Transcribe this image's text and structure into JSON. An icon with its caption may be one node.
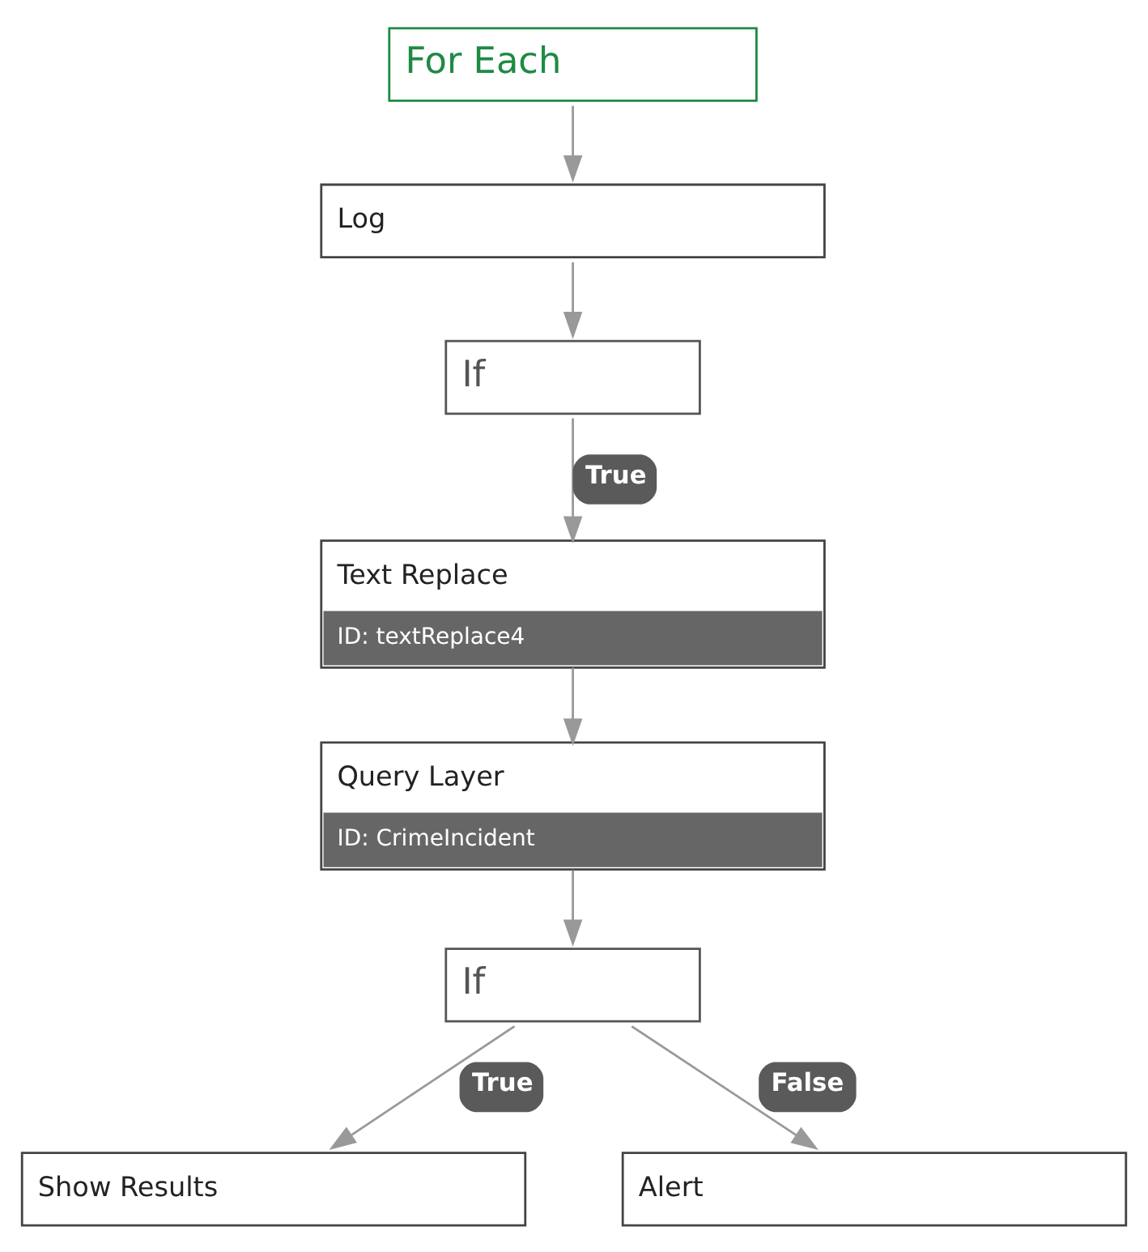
{
  "diagram": {
    "nodes": [
      {
        "text": [
          "For Each"
        ]
      },
      {
        "text": [
          "Log"
        ]
      },
      {
        "text": [
          "If"
        ]
      },
      {
        "text": [
          "Text Replace",
          "ID: textReplace4"
        ]
      },
      {
        "text": [
          "Query Layer",
          "ID: CrimeIncident"
        ]
      },
      {
        "text": [
          "If"
        ]
      },
      {
        "text": [
          "Show Results"
        ]
      },
      {
        "text": [
          "Alert"
        ]
      }
    ],
    "edges": [
      {
        "from": 0,
        "to": 1,
        "arrow": "to"
      },
      {
        "from": 1,
        "to": 2,
        "arrow": "to"
      },
      {
        "from": 2,
        "to": 3,
        "arrow": "to",
        "label": "True"
      },
      {
        "from": 3,
        "to": 4,
        "arrow": "to"
      },
      {
        "from": 4,
        "to": 5,
        "arrow": "to"
      },
      {
        "from": 5,
        "to": 6,
        "arrow": "to",
        "label": "True"
      },
      {
        "from": 5,
        "to": 7,
        "arrow": "to",
        "label": "False"
      }
    ]
  }
}
